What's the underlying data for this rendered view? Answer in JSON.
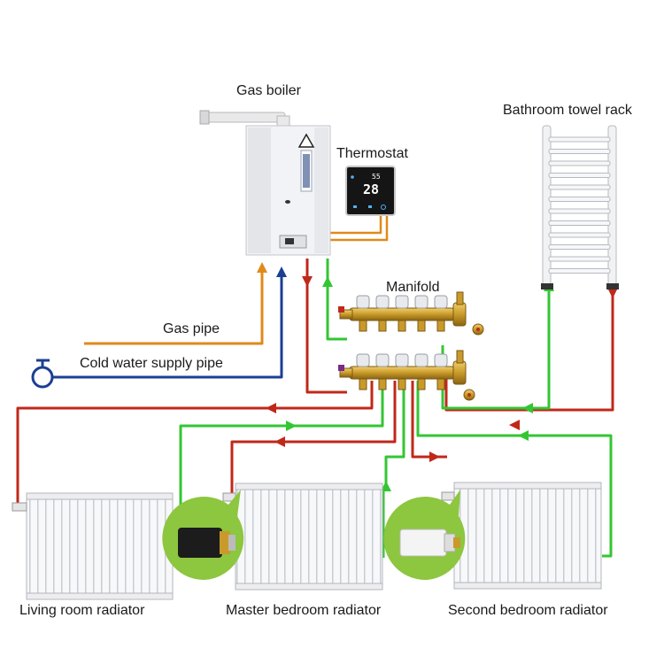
{
  "labels": {
    "gas_boiler": "Gas boiler",
    "thermostat": "Thermostat",
    "bathroom_towel_rack": "Bathroom towel rack",
    "manifold": "Manifold",
    "gas_pipe": "Gas pipe",
    "cold_water_supply_pipe": "Cold water supply pipe",
    "living_room_radiator": "Living room radiator",
    "master_bedroom_radiator": "Master bedroom radiator",
    "second_bedroom_radiator": "Second bedroom radiator"
  },
  "thermostat_display": {
    "set_temp": "55",
    "room_temp": "28"
  },
  "colors": {
    "supply_hot": "#c0281a",
    "return": "#33c633",
    "gas": "#e08a1a",
    "cold_water": "#1b3f93",
    "brass": "#c99a2a",
    "valve_head_bg": "#8dc63f"
  }
}
